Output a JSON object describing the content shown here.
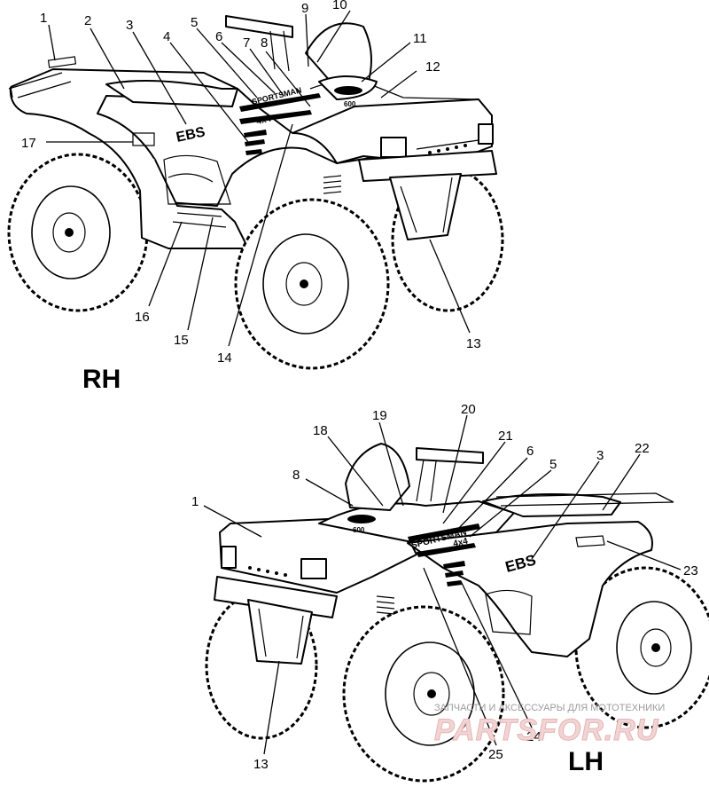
{
  "views": {
    "rh": {
      "label": "RH"
    },
    "lh": {
      "label": "LH"
    }
  },
  "decals": {
    "ebs": "EBS",
    "engine_600": "600",
    "model_name": "SPORTSMAN",
    "drive": "4x4"
  },
  "callouts_rh": [
    "1",
    "2",
    "3",
    "4",
    "5",
    "6",
    "7",
    "8",
    "9",
    "10",
    "11",
    "12",
    "13",
    "14",
    "15",
    "16",
    "17"
  ],
  "callouts_lh": [
    "18",
    "19",
    "20",
    "21",
    "6",
    "5",
    "3",
    "22",
    "23",
    "8",
    "1",
    "13",
    "25",
    "24"
  ],
  "watermark": {
    "tagline": "ЗАПЧАСТИ И АКСЕССУАРЫ ДЛЯ МОТОТЕХНИКИ",
    "brand": "PARTSFOR.RU"
  }
}
